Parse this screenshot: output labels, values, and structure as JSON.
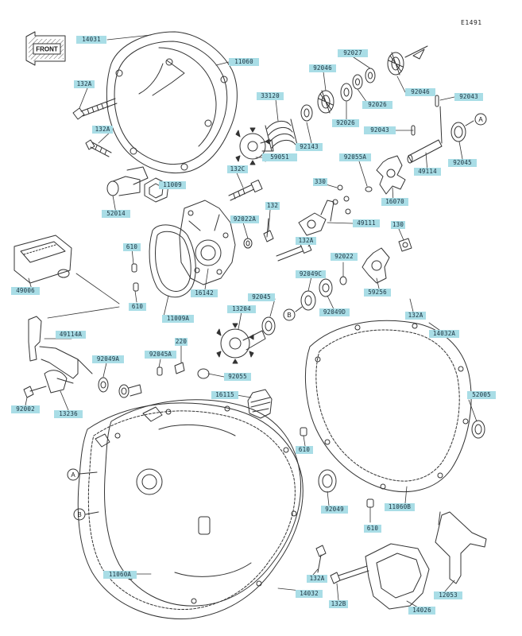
{
  "diagram_code": "E1491",
  "front_label": "FRONT",
  "ref_markers": {
    "a": "A",
    "b": "B"
  },
  "colors": {
    "label_bg": "#a9dde6",
    "line": "#333333",
    "label_text": "#1b3340"
  },
  "parts": [
    {
      "id": "14031",
      "text": "14031"
    },
    {
      "id": "11060",
      "text": "11060"
    },
    {
      "id": "132A_1",
      "text": "132A"
    },
    {
      "id": "132A_2",
      "text": "132A"
    },
    {
      "id": "92043_1",
      "text": "92043"
    },
    {
      "id": "92027",
      "text": "92027"
    },
    {
      "id": "92046_1",
      "text": "92046"
    },
    {
      "id": "92026_1",
      "text": "92026"
    },
    {
      "id": "92046_2",
      "text": "92046"
    },
    {
      "id": "33120",
      "text": "33120"
    },
    {
      "id": "92026_2",
      "text": "92026"
    },
    {
      "id": "92043_2",
      "text": "92043"
    },
    {
      "id": "92143",
      "text": "92143"
    },
    {
      "id": "59051",
      "text": "59051"
    },
    {
      "id": "92055A",
      "text": "92055A"
    },
    {
      "id": "49114",
      "text": "49114"
    },
    {
      "id": "92045_1",
      "text": "92045"
    },
    {
      "id": "132C",
      "text": "132C"
    },
    {
      "id": "11009",
      "text": "11009"
    },
    {
      "id": "330",
      "text": "330"
    },
    {
      "id": "16070",
      "text": "16070"
    },
    {
      "id": "52014",
      "text": "52014"
    },
    {
      "id": "92022A",
      "text": "92022A"
    },
    {
      "id": "132",
      "text": "132"
    },
    {
      "id": "49111",
      "text": "49111"
    },
    {
      "id": "130",
      "text": "130"
    },
    {
      "id": "610_1",
      "text": "610"
    },
    {
      "id": "132A_3",
      "text": "132A"
    },
    {
      "id": "92022",
      "text": "92022"
    },
    {
      "id": "49006",
      "text": "49006"
    },
    {
      "id": "16142",
      "text": "16142"
    },
    {
      "id": "92049C",
      "text": "92049C"
    },
    {
      "id": "59256",
      "text": "59256"
    },
    {
      "id": "610_2",
      "text": "610"
    },
    {
      "id": "11009A",
      "text": "11009A"
    },
    {
      "id": "92045_2",
      "text": "92045"
    },
    {
      "id": "92049D",
      "text": "92049D"
    },
    {
      "id": "132A_4",
      "text": "132A"
    },
    {
      "id": "13204",
      "text": "13204"
    },
    {
      "id": "49114A",
      "text": "49114A"
    },
    {
      "id": "14032A",
      "text": "14032A"
    },
    {
      "id": "92049A",
      "text": "92049A"
    },
    {
      "id": "92045A",
      "text": "92045A"
    },
    {
      "id": "220",
      "text": "220"
    },
    {
      "id": "92055",
      "text": "92055"
    },
    {
      "id": "16115",
      "text": "16115"
    },
    {
      "id": "52005",
      "text": "52005"
    },
    {
      "id": "92002",
      "text": "92002"
    },
    {
      "id": "13236",
      "text": "13236"
    },
    {
      "id": "610_3",
      "text": "610"
    },
    {
      "id": "92049",
      "text": "92049"
    },
    {
      "id": "11060B",
      "text": "11060B"
    },
    {
      "id": "610_4",
      "text": "610"
    },
    {
      "id": "11060A",
      "text": "11060A"
    },
    {
      "id": "132A_5",
      "text": "132A"
    },
    {
      "id": "14032",
      "text": "14032"
    },
    {
      "id": "12053",
      "text": "12053"
    },
    {
      "id": "132B",
      "text": "132B"
    },
    {
      "id": "14026",
      "text": "14026"
    }
  ]
}
